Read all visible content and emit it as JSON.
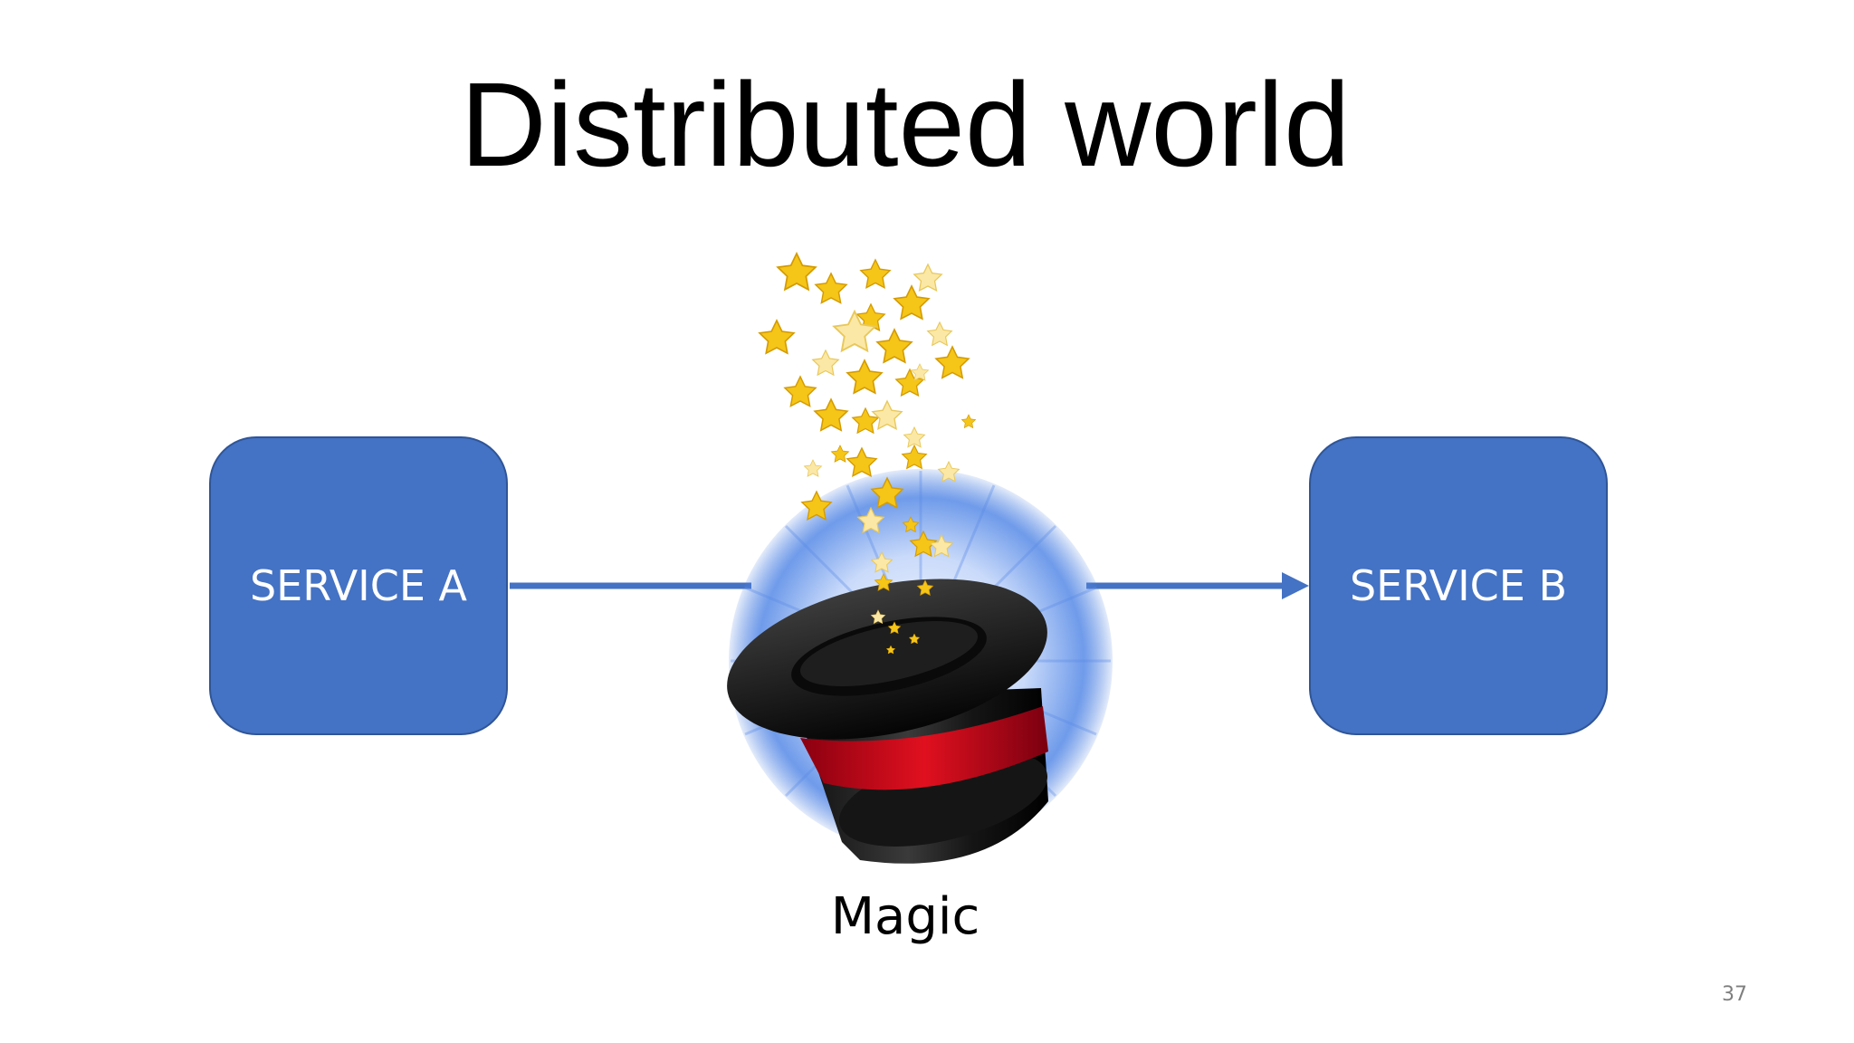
{
  "slide": {
    "title": "Distributed world",
    "page_number": "37"
  },
  "diagram": {
    "nodes": [
      {
        "id": "service-a",
        "label": "SERVICE A"
      },
      {
        "id": "service-b",
        "label": "SERVICE B"
      }
    ],
    "connector": {
      "from": "service-a",
      "to": "service-b",
      "via": "Magic"
    },
    "magic_label": "Magic",
    "icons": [
      "magic-top-hat-icon",
      "stars-icon",
      "arrow-right-icon"
    ]
  },
  "colors": {
    "node_fill": "#4472c4",
    "node_border": "#2f5597",
    "connector": "#4472c4",
    "hat": "#1a1a1a",
    "hat_band": "#d0021b",
    "star": "#f5c518",
    "glow": "#4a7fe0"
  }
}
